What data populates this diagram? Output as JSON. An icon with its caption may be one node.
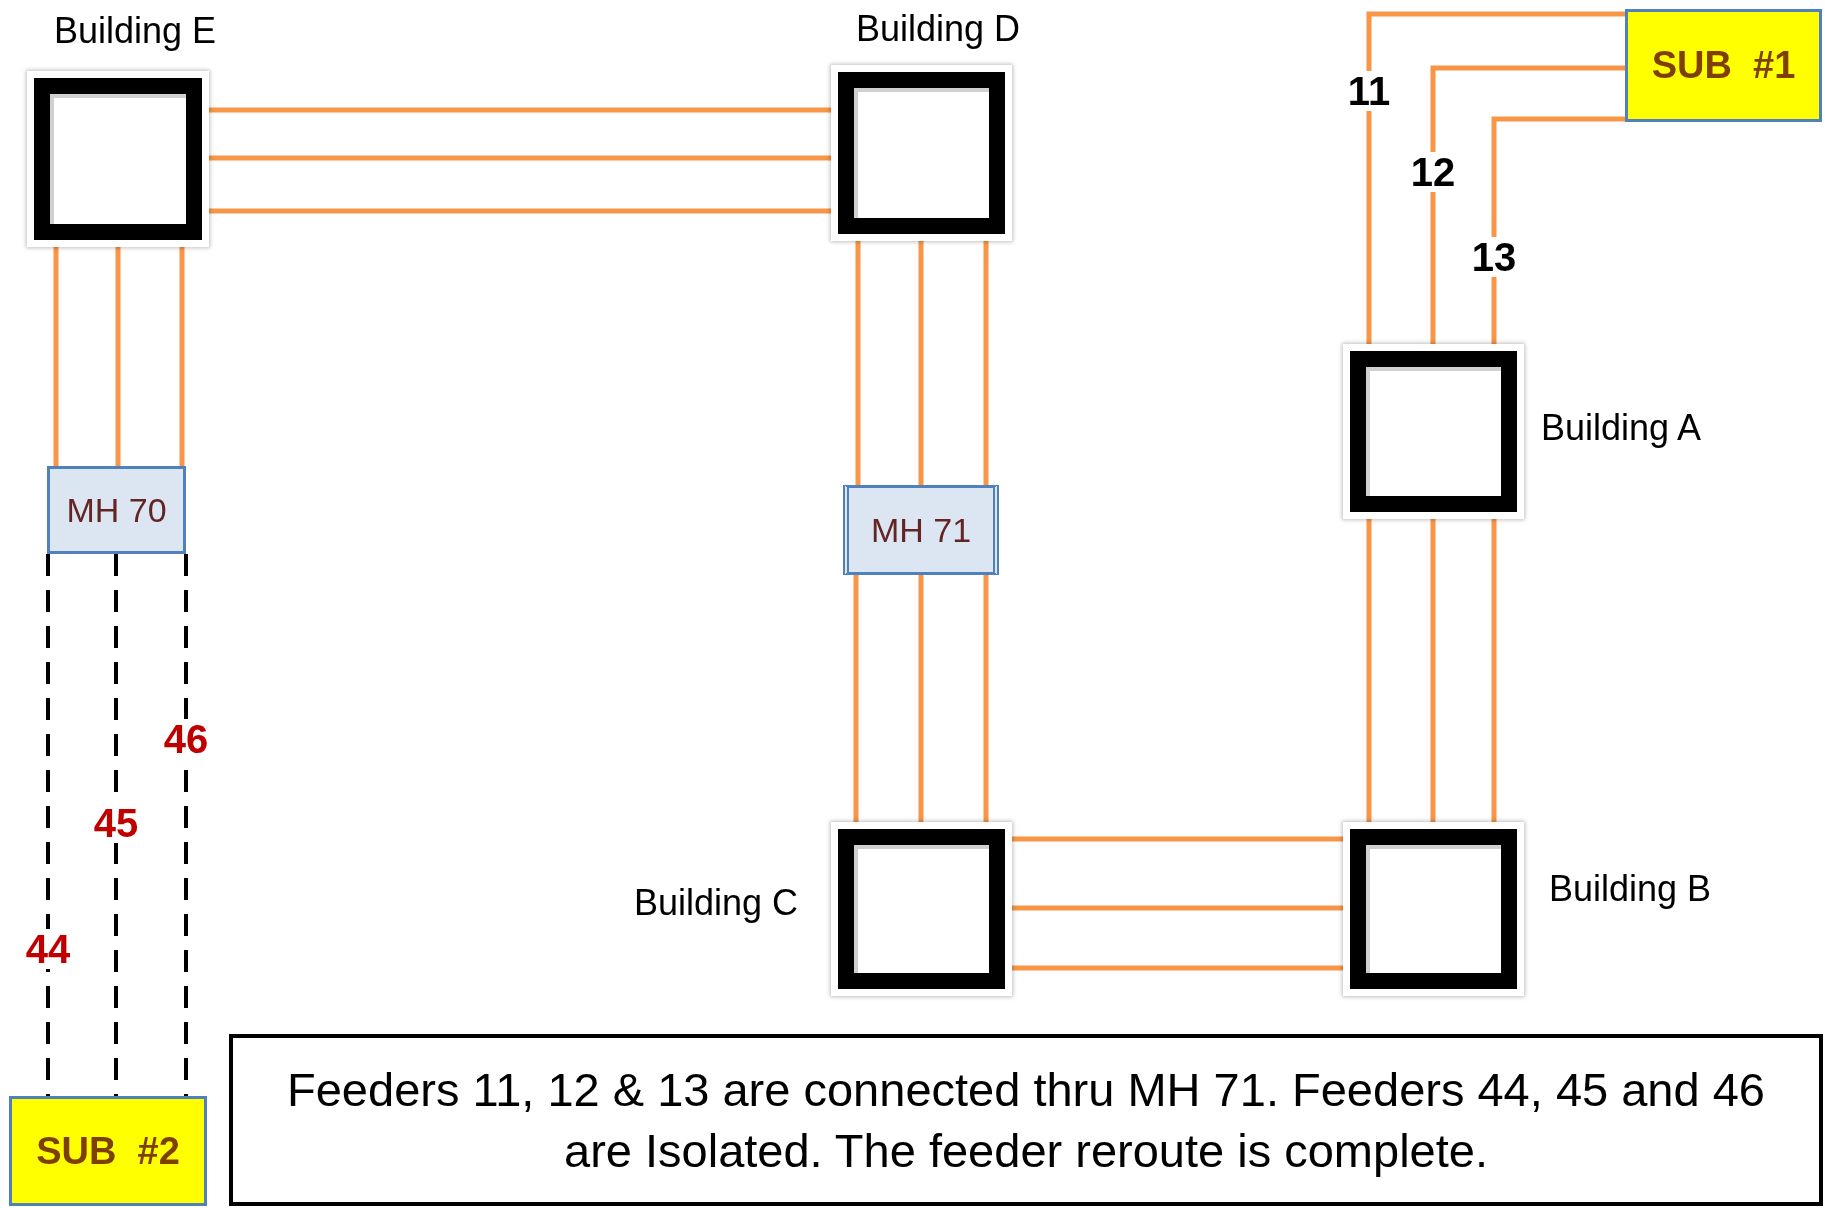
{
  "diagram": {
    "nodes": [
      {
        "text": [
          "Building E"
        ]
      },
      {
        "text": [
          "Building D"
        ]
      },
      {
        "text": [
          "SUB  #1"
        ]
      },
      {
        "text": [
          "Building A"
        ]
      },
      {
        "text": [
          "MH 70"
        ]
      },
      {
        "text": [
          "MH 71"
        ]
      },
      {
        "text": [
          "Building C"
        ]
      },
      {
        "text": [
          "Building B"
        ]
      },
      {
        "text": [
          "SUB  #2"
        ]
      },
      {
        "text": [
          "Feeders 11, 12 & 13 are connected thru MH 71. Feeders 44, 45 and 46 are Isolated. The feeder reroute is complete."
        ]
      }
    ],
    "edges": [
      {
        "from": 0,
        "to": 1,
        "arrow": "none"
      },
      {
        "from": 0,
        "to": 1,
        "arrow": "none"
      },
      {
        "from": 0,
        "to": 1,
        "arrow": "none"
      },
      {
        "from": 0,
        "to": 4,
        "arrow": "none"
      },
      {
        "from": 0,
        "to": 4,
        "arrow": "none"
      },
      {
        "from": 0,
        "to": 4,
        "arrow": "none"
      },
      {
        "from": 4,
        "to": 8,
        "arrow": "none",
        "label": "44",
        "style": "dashed",
        "color": "#000000"
      },
      {
        "from": 4,
        "to": 8,
        "arrow": "none",
        "label": "45",
        "style": "dashed",
        "color": "#000000"
      },
      {
        "from": 4,
        "to": 8,
        "arrow": "none",
        "label": "46",
        "style": "dashed",
        "color": "#000000"
      },
      {
        "from": 1,
        "to": 5,
        "arrow": "none"
      },
      {
        "from": 1,
        "to": 5,
        "arrow": "none"
      },
      {
        "from": 1,
        "to": 5,
        "arrow": "none"
      },
      {
        "from": 5,
        "to": 6,
        "arrow": "none"
      },
      {
        "from": 5,
        "to": 6,
        "arrow": "none"
      },
      {
        "from": 5,
        "to": 6,
        "arrow": "none"
      },
      {
        "from": 6,
        "to": 7,
        "arrow": "none"
      },
      {
        "from": 6,
        "to": 7,
        "arrow": "none"
      },
      {
        "from": 6,
        "to": 7,
        "arrow": "none"
      },
      {
        "from": 7,
        "to": 3,
        "arrow": "none"
      },
      {
        "from": 7,
        "to": 3,
        "arrow": "none"
      },
      {
        "from": 7,
        "to": 3,
        "arrow": "none"
      },
      {
        "from": 3,
        "to": 2,
        "arrow": "none",
        "label": "11"
      },
      {
        "from": 3,
        "to": 2,
        "arrow": "none",
        "label": "12"
      },
      {
        "from": 3,
        "to": 2,
        "arrow": "none",
        "label": "13"
      }
    ]
  }
}
